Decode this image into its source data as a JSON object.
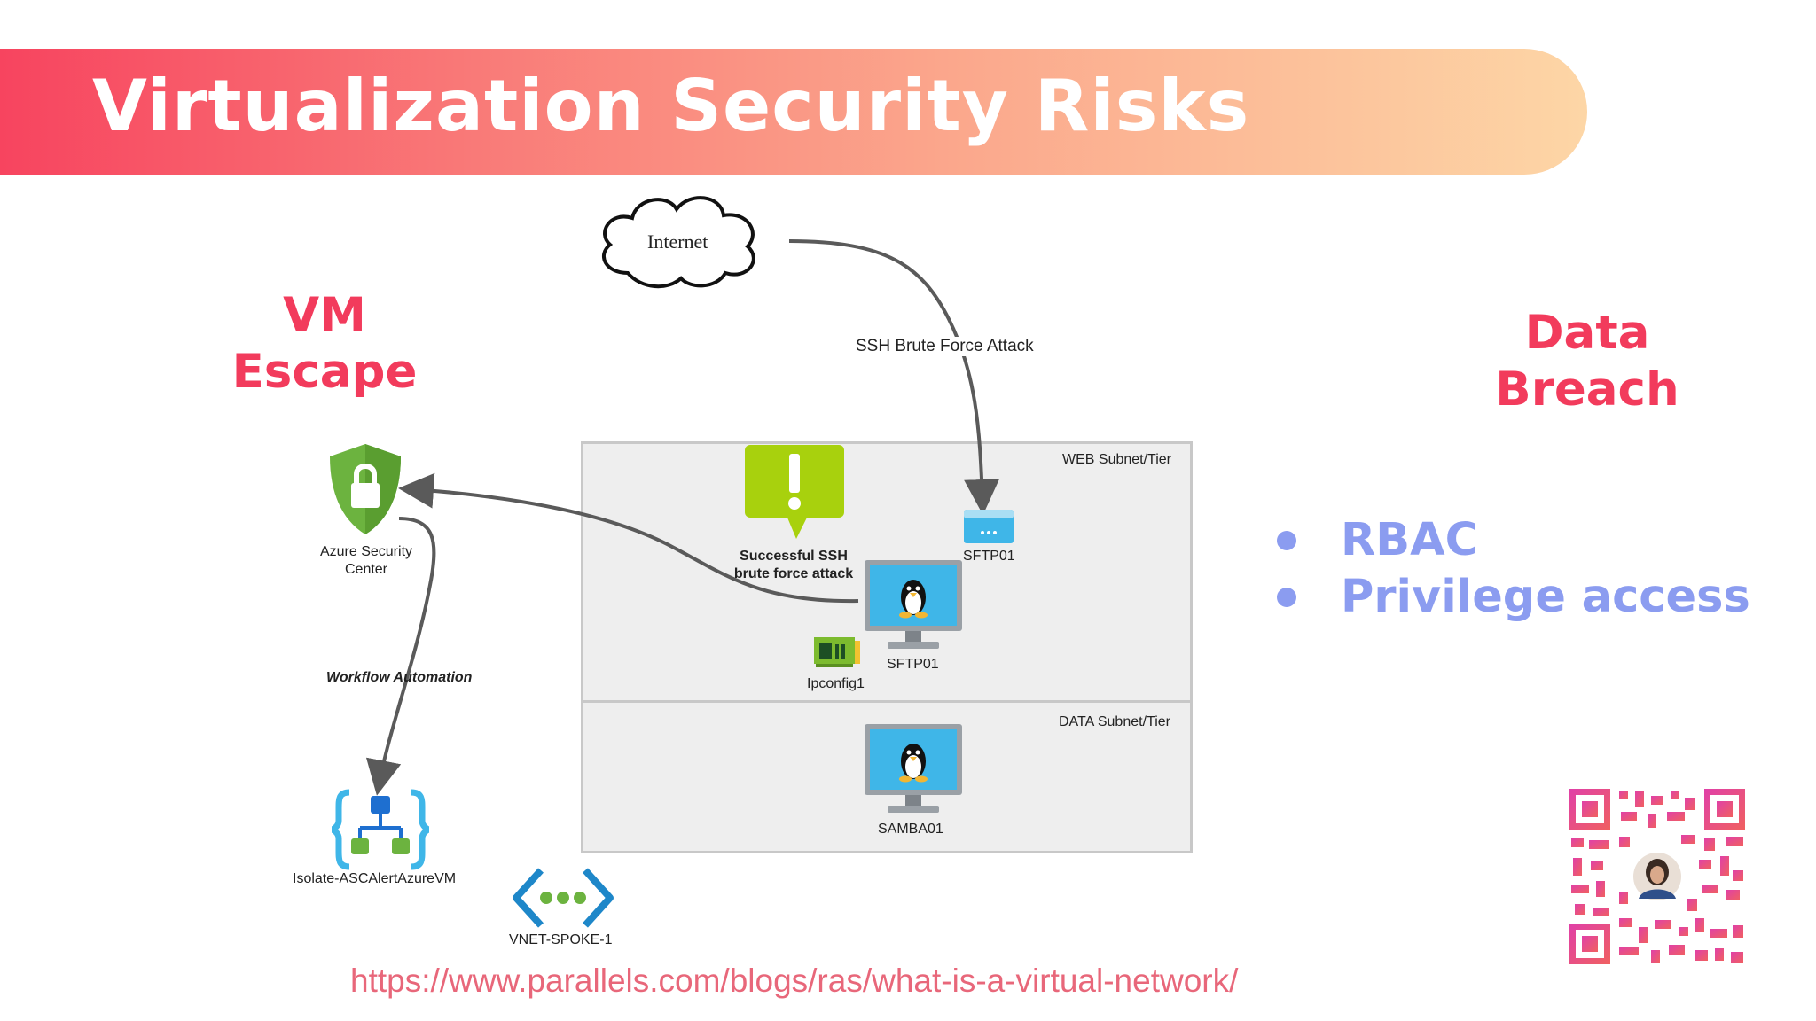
{
  "slide": {
    "title": "Virtualization Security Risks",
    "left_heading": [
      "VM",
      "Escape"
    ],
    "right_heading": [
      "Data",
      "Breach"
    ],
    "bullets": [
      "RBAC",
      "Privilege access"
    ],
    "source_url": "https://www.parallels.com/blogs/ras/what-is-a-virtual-network/"
  },
  "diagram": {
    "internet": "Internet",
    "attack_label": "SSH Brute Force Attack",
    "web_tier": "WEB Subnet/Tier",
    "data_tier": "DATA Subnet/Tier",
    "sftp_server": "SFTP01",
    "sftp_vm": "SFTP01",
    "nic": "Ipconfig1",
    "samba_vm": "SAMBA01",
    "alert": [
      "Successful SSH",
      "brute force attack"
    ],
    "asc": [
      "Azure Security",
      "Center"
    ],
    "workflow": "Workflow Automation",
    "logic_app": "Isolate-ASCAlertAzureVM",
    "vnet": "VNET-SPOKE-1"
  },
  "colors": {
    "accent_red": "#f23b5c",
    "bullet_blue": "#8b9cf0",
    "url_pink": "#e8677a",
    "asc_green": "#6cb33f",
    "alert_green": "#a8d10d",
    "monitor_blue": "#3fb6e8",
    "vnet_blue": "#1e87c9"
  },
  "icons": [
    "cloud-icon",
    "shield-lock-icon",
    "alert-bubble-icon",
    "server-icon",
    "linux-monitor-icon",
    "network-card-icon",
    "logic-app-icon",
    "vnet-icon",
    "qr-code-icon"
  ]
}
